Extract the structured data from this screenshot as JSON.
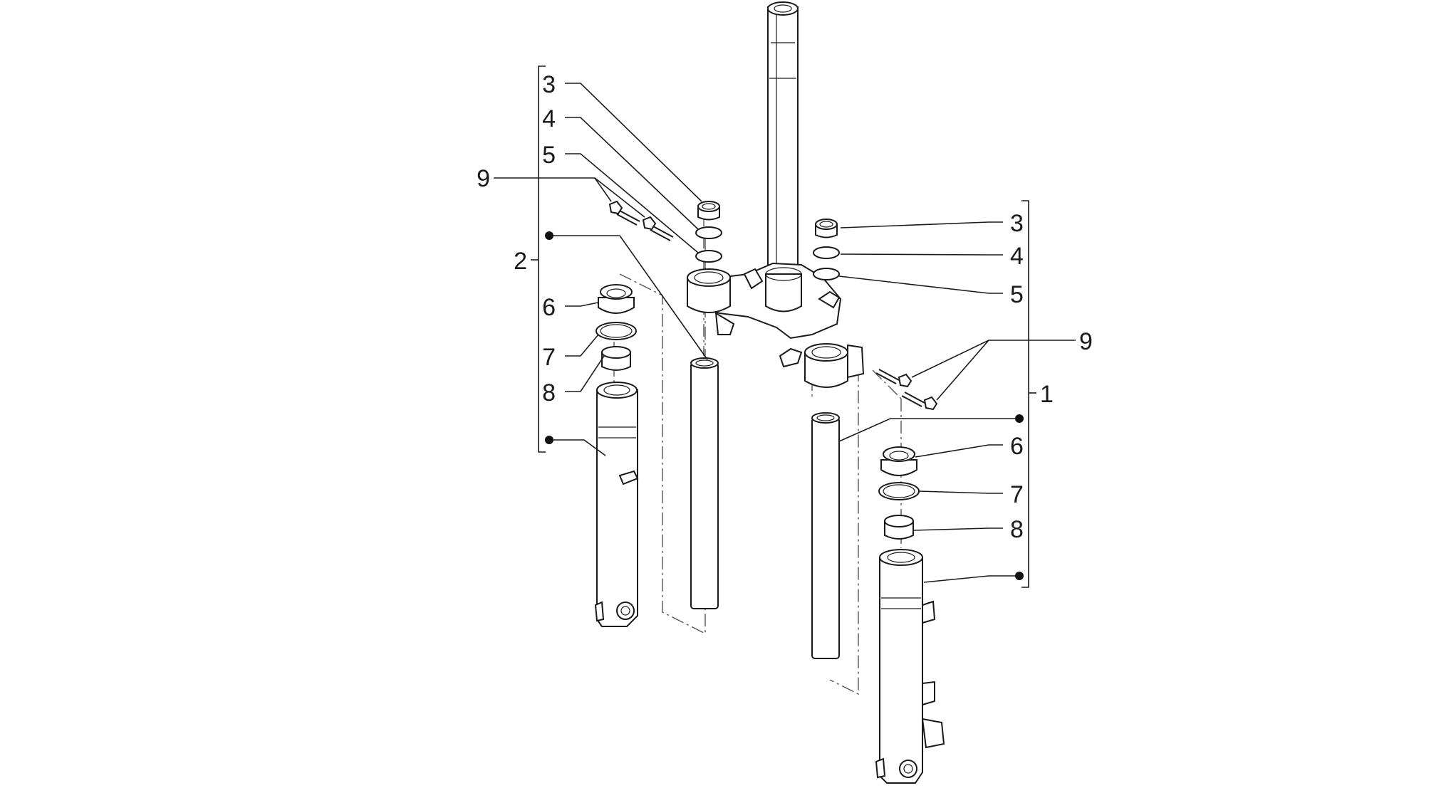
{
  "diagram": {
    "callouts": {
      "left_group": "2",
      "right_group": "1",
      "left_cap": "3",
      "left_ring_upper": "4",
      "left_ring_lower": "5",
      "left_bolts": "9",
      "left_dust_seal": "6",
      "left_oring": "7",
      "left_bushing": "8",
      "right_cap": "3",
      "right_ring_upper": "4",
      "right_ring_lower": "5",
      "right_bolts": "9",
      "right_dust_seal": "6",
      "right_oring": "7",
      "right_bushing": "8"
    }
  }
}
